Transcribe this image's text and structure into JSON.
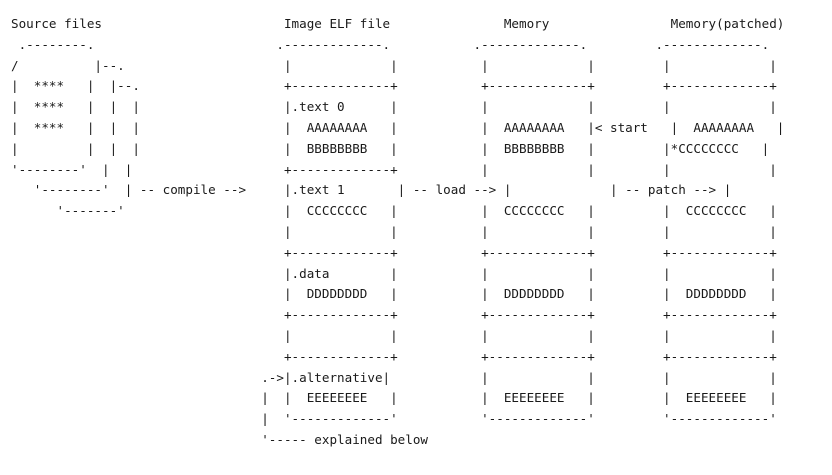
{
  "lines": [
    "Source files                        Image ELF file               Memory                Memory(patched)",
    " .--------.                        .-------------.           .-------------.         .-------------.",
    "/          |--.                     |             |           |             |         |             |",
    "|  ****   |  |--.                   +-------------+           +-------------+         +-------------+",
    "|  ****   |  |  |                   |.text 0      |           |             |         |             |",
    "|  ****   |  |  |                   |  AAAAAAAA   |           |  AAAAAAAA   |< start   |  AAAAAAAA   |",
    "|         |  |  |                   |  BBBBBBBB   |           |  BBBBBBBB   |         |*CCCCCCCC   |",
    "'--------'  |  |                    +-------------+           |             |         |             |",
    "   '--------'  | -- compile -->     |.text 1       | -- load --> |             | -- patch --> |             |",
    "      '-------'                     |  CCCCCCCC   |           |  CCCCCCCC   |         |  CCCCCCCC   |",
    "                                    |             |           |             |         |             |",
    "                                    +-------------+           +-------------+         +-------------+",
    "                                    |.data        |           |             |         |             |",
    "                                    |  DDDDDDDD   |           |  DDDDDDDD   |         |  DDDDDDDD   |",
    "                                    +-------------+           +-------------+         +-------------+",
    "                                    |             |           |             |         |             |",
    "                                    +-------------+           +-------------+         +-------------+",
    "                                 .->|.alternative|            |             |         |             |",
    "                                 |  |  EEEEEEEE   |           |  EEEEEEEE   |         |  EEEEEEEE   |",
    "                                 |  '-------------'           '-------------'         '-------------'",
    "                                 '----- explained below"
  ]
}
